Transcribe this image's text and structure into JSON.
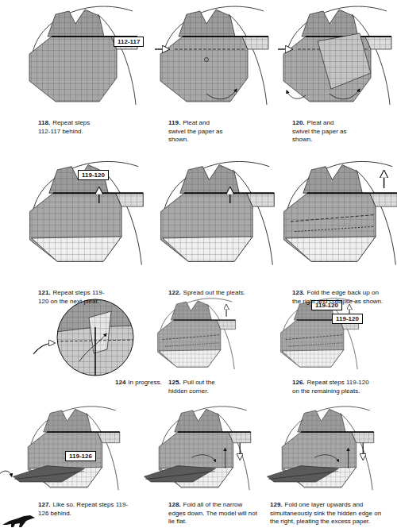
{
  "diagram": {
    "nodes": [
      {
        "text": [
          "112-117"
        ]
      },
      {
        "text": [
          "119-120"
        ]
      },
      {
        "text": [
          "119-120"
        ]
      },
      {
        "text": [
          "119-120"
        ]
      },
      {
        "text": [
          "119-126"
        ]
      }
    ],
    "labels": [
      "118.",
      "Repeat steps 112-117 behind.",
      "119.",
      "Pleat and swivel the paper as shown.",
      "120.",
      "Pleat and swivel the paper as shown.",
      "121.",
      "Repeat steps 119-120 on the next pleat.",
      "122.",
      "Spread out the pleats.",
      "123.",
      "Fold the edge back up on the right and collapse as shown.",
      "124",
      "In progress.",
      "125.",
      "Pull out the hidden corner.",
      "126.",
      "Repeat steps 119-120 on the remaining pleats.",
      "127.",
      "Like so. Repeat steps 119-126 behind.",
      "128.",
      "Fold all of the narrow edges down. The model will not lie flat.",
      "129.",
      "Fold one layer upwards and simultaneously sink the hidden edge on the right, pleating the excess paper."
    ]
  }
}
